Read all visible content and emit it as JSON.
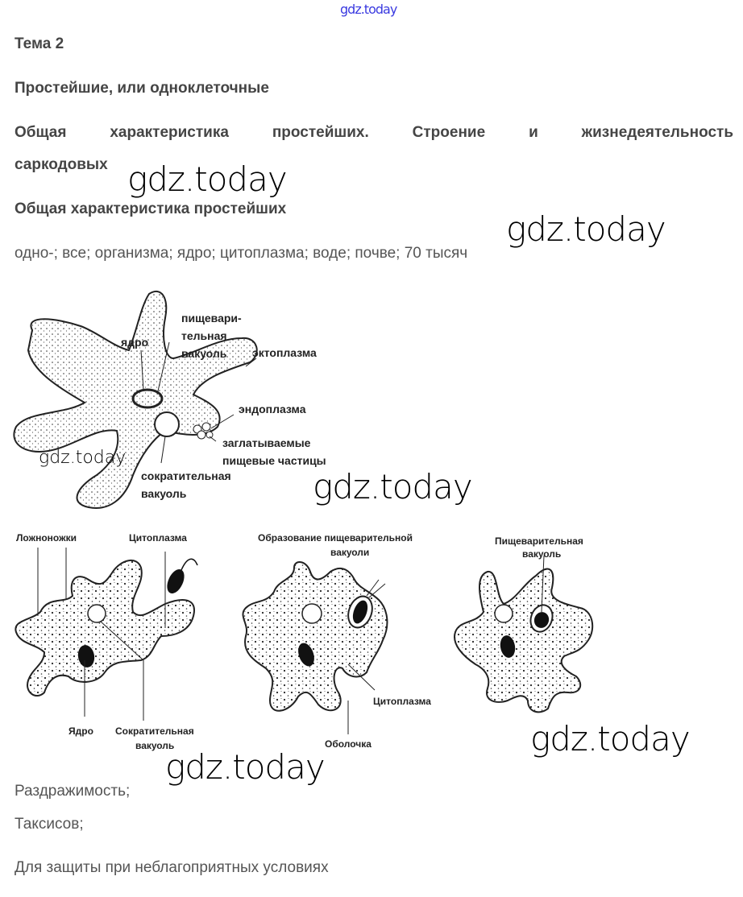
{
  "watermark": "gdz.today",
  "heading": {
    "topic": "Тема 2",
    "section": "Простейшие, или одноклеточные",
    "subsection_words": [
      "Общая",
      "характеристика",
      "простейших.",
      "Строение",
      "и",
      "жизнедеятельность"
    ],
    "subsection_tail": "саркодовых",
    "paragraph_title": "Общая характеристика простейших"
  },
  "answer_line": "одно-; все; организма; ядро; цитоплазма; воде; почве; 70 тысяч",
  "figure1": {
    "labels": {
      "digestive_vacuole_1": "пищевари-",
      "digestive_vacuole_2": "тельная",
      "digestive_vacuole_3": "вакуоль",
      "nucleus": "ядро",
      "ectoplasm": "эктоплазма",
      "endoplasm": "эндоплазма",
      "food_particles_1": "заглатываемые",
      "food_particles_2": "пищевые частицы",
      "contractile_1": "сократительная",
      "contractile_2": "вакуоль"
    }
  },
  "figure2": {
    "labels": {
      "pseudopods": "Ложноножки",
      "cytoplasm_a": "Цитоплазма",
      "nucleus": "Ядро",
      "contractile_1": "Сократительная",
      "contractile_2": "вакуоль",
      "formation_1": "Образование пищеварительной",
      "formation_2": "вакуоли",
      "cytoplasm_b": "Цитоплазма",
      "membrane": "Оболочка",
      "digestive_1": "Пищеварительная",
      "digestive_2": "вакуоль"
    }
  },
  "answers": [
    "Раздражимость;",
    "Таксисов;",
    "Для защиты при неблагоприятных условиях"
  ]
}
